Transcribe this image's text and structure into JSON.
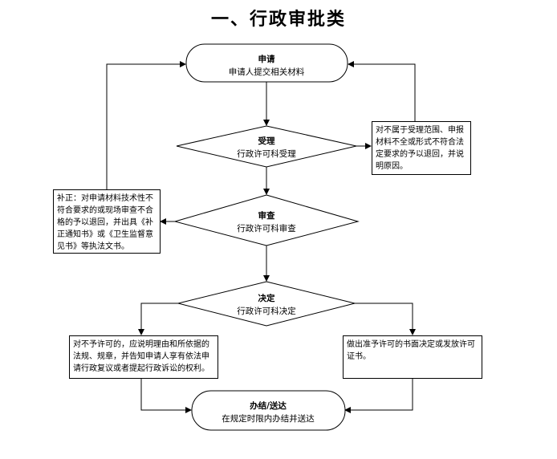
{
  "title": "一、行政审批类",
  "nodes": {
    "apply": {
      "title": "申请",
      "text": "申请人提交相关材料"
    },
    "accept": {
      "title": "受理",
      "text": "行政许可科受理"
    },
    "review": {
      "title": "审查",
      "text": "行政许可科审查"
    },
    "decide": {
      "title": "决定",
      "text": "行政许可科决定"
    },
    "finish": {
      "title": "办结/送达",
      "text": "在规定时限内办结并送达"
    }
  },
  "notes": {
    "reject_scope": "对不属于受理范围、申报材料不全或形式不符合法定要求的予以退回，并说明原因。",
    "supplement": "补正：对申请材料技术性不符合要求的或现场审查不合格的予以退回，并出具《补正通知书》或《卫生监督意见书》等执法文书。",
    "deny": "对不予许可的，应说明理由和所依据的法规、规章，并告知申请人享有依法申请行政复议或者提起行政诉讼的权利。",
    "approve": "做出准予许可的书面决定或发放许可证书。"
  }
}
